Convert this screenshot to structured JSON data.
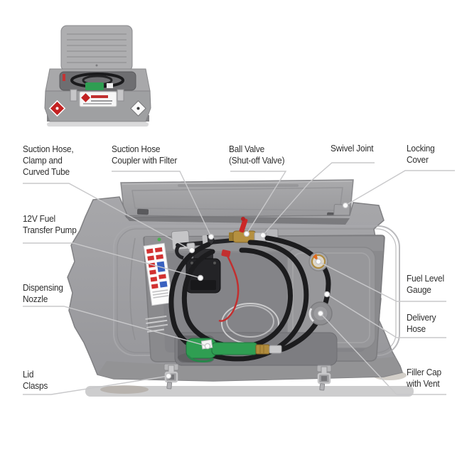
{
  "callouts": {
    "suction_hose_clamp": {
      "text": "Suction Hose,\nClamp and\nCurved Tube"
    },
    "suction_hose_coupler": {
      "text": "Suction Hose\nCoupler with Filter"
    },
    "ball_valve": {
      "text": "Ball Valve\n(Shut-off Valve)"
    },
    "swivel_joint": {
      "text": "Swivel Joint"
    },
    "locking_cover": {
      "text": "Locking\nCover"
    },
    "fuel_pump": {
      "text": "12V Fuel\nTransfer Pump"
    },
    "dispensing_nozzle": {
      "text": "Dispensing\nNozzle"
    },
    "lid_clasps": {
      "text": "Lid\nClasps"
    },
    "fuel_level_gauge": {
      "text": "Fuel Level\nGauge"
    },
    "delivery_hose": {
      "text": "Delivery\nHose"
    },
    "filler_cap": {
      "text": "Filler Cap\nwith Vent"
    }
  },
  "colors": {
    "label_text": "#2e2e2e",
    "leader_line": "#c8c8ca",
    "tank_gray": "#9d9da0",
    "lid_gray": "#a4a4a6",
    "hose_black": "#1c1c1e",
    "nozzle_green": "#2f9e52",
    "valve_handle_red": "#cb2727",
    "brass": "#b08b3c",
    "hazard_label_red": "#c32222",
    "background": "#ffffff"
  }
}
